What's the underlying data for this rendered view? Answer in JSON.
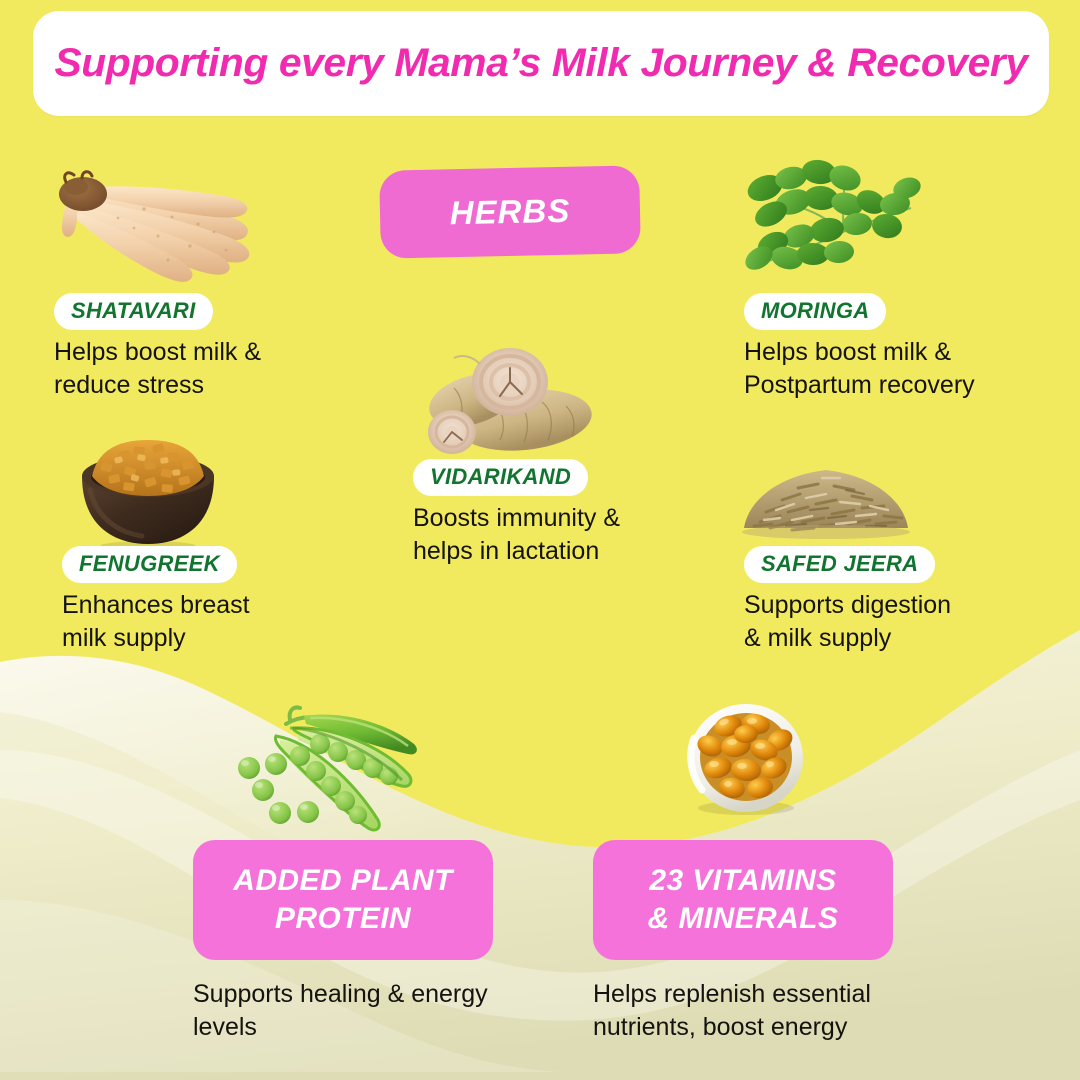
{
  "theme": {
    "background_yellow": "#f2ea5e",
    "milk_cream": "#ececcd",
    "pink_accent": "#ef6bd2",
    "title_pink": "#f02bb0",
    "label_green": "#11742f",
    "body_text": "#14130f",
    "card_white": "#ffffff"
  },
  "header": {
    "title": "Supporting every Mama’s Milk Journey & Recovery"
  },
  "section_badge": {
    "label": "HERBS"
  },
  "herbs": [
    {
      "id": "shatavari",
      "name": "SHATAVARI",
      "description": "Helps boost milk &\nreduce stress",
      "icon": "shatavari-roots-image"
    },
    {
      "id": "moringa",
      "name": "MORINGA",
      "description": "Helps boost milk &\nPostpartum recovery",
      "icon": "moringa-leaves-image"
    },
    {
      "id": "fenugreek",
      "name": "FENUGREEK",
      "description": "Enhances  breast\nmilk supply",
      "icon": "fenugreek-seeds-bowl-image"
    },
    {
      "id": "vidarikand",
      "name": "VIDARIKAND",
      "description": "Boosts  immunity &\nhelps in lactation",
      "icon": "vidarikand-tuber-image"
    },
    {
      "id": "safed-jeera",
      "name": "SAFED JEERA",
      "description": "Supports  digestion\n& milk supply",
      "icon": "safed-jeera-seeds-image"
    }
  ],
  "bottom_features": [
    {
      "id": "added-plant-protein",
      "badge": "ADDED PLANT\nPROTEIN",
      "description": "Supports healing & energy\nlevels",
      "icon": "pea-pods-image"
    },
    {
      "id": "vitamins-minerals",
      "badge": "23 VITAMINS\n& MINERALS",
      "description": "Helps replenish essential\nnutrients, boost energy",
      "icon": "softgel-capsules-bowl-image"
    }
  ]
}
